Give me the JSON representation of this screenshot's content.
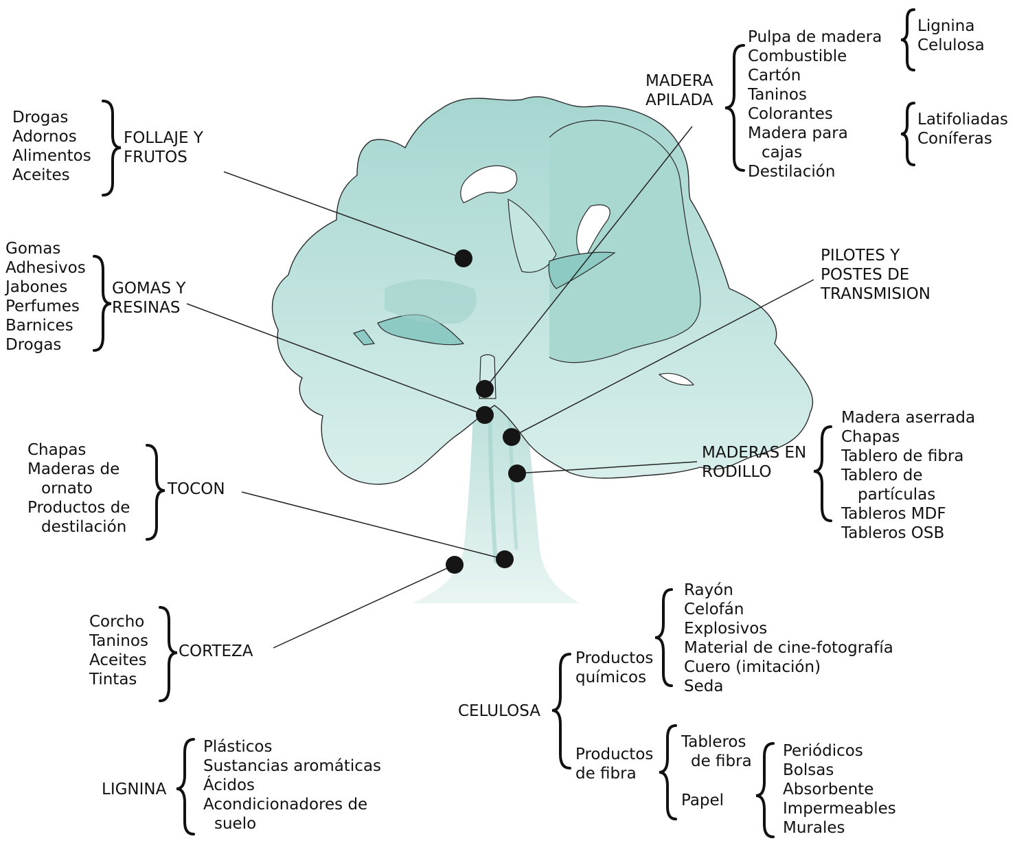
{
  "colors": {
    "canopy": "#b4ddd8",
    "canopy_dark": "#8ccac3",
    "trunk": "#cfeae7",
    "ink": "#111111",
    "line": "#222222"
  },
  "madera_apilada": {
    "label": [
      "MADERA",
      "APILADA"
    ],
    "items": [
      "Pulpa de madera",
      "Combustible",
      "Cartón",
      "Taninos",
      "Colorantes",
      "Madera para",
      "cajas",
      "Destilación"
    ],
    "pulpa_sub": [
      "Lignina",
      "Celulosa"
    ],
    "cajas_sub": [
      "Latifoliadas",
      "Coníferas"
    ]
  },
  "follaje": {
    "items": [
      "Drogas",
      "Adornos",
      "Alimentos",
      "Aceites"
    ],
    "label": [
      "FOLLAJE Y",
      "FRUTOS"
    ]
  },
  "gomas": {
    "items": [
      "Gomas",
      "Adhesivos",
      "Jabones",
      "Perfumes",
      "Barnices",
      "Drogas"
    ],
    "label": [
      "GOMAS Y",
      "RESINAS"
    ]
  },
  "pilotes": {
    "label": [
      "PILOTES Y",
      "POSTES DE",
      "TRANSMISION"
    ]
  },
  "tocon": {
    "items": [
      "Chapas",
      "Maderas de",
      "ornato",
      "Productos de",
      "destilación"
    ],
    "label": "TOCON"
  },
  "rodillo": {
    "label": [
      "MADERAS EN",
      "RODILLO"
    ],
    "items": [
      "Madera aserrada",
      "Chapas",
      "Tablero de fibra",
      "Tablero de",
      "partículas",
      "Tableros MDF",
      "Tableros OSB"
    ]
  },
  "corteza": {
    "items": [
      "Corcho",
      "Taninos",
      "Aceites",
      "Tintas"
    ],
    "label": "CORTEZA"
  },
  "celulosa": {
    "label": "CELULOSA",
    "quimicos_label": [
      "Productos",
      "químicos"
    ],
    "quimicos_items": [
      "Rayón",
      "Celofán",
      "Explosivos",
      "Material de cine-fotografía",
      "Cuero (imitación)",
      "Seda"
    ],
    "fibra_label": [
      "Productos",
      "de fibra"
    ],
    "tableros_label": [
      "Tableros",
      "de fibra"
    ],
    "papel_label": "Papel",
    "papel_items": [
      "Periódicos",
      "Bolsas",
      "Absorbente",
      "Impermeables",
      "Murales"
    ]
  },
  "lignina": {
    "label": "LIGNINA",
    "items": [
      "Plásticos",
      "Sustancias aromáticas",
      "Ácidos",
      "Acondicionadores de",
      "suelo"
    ]
  }
}
